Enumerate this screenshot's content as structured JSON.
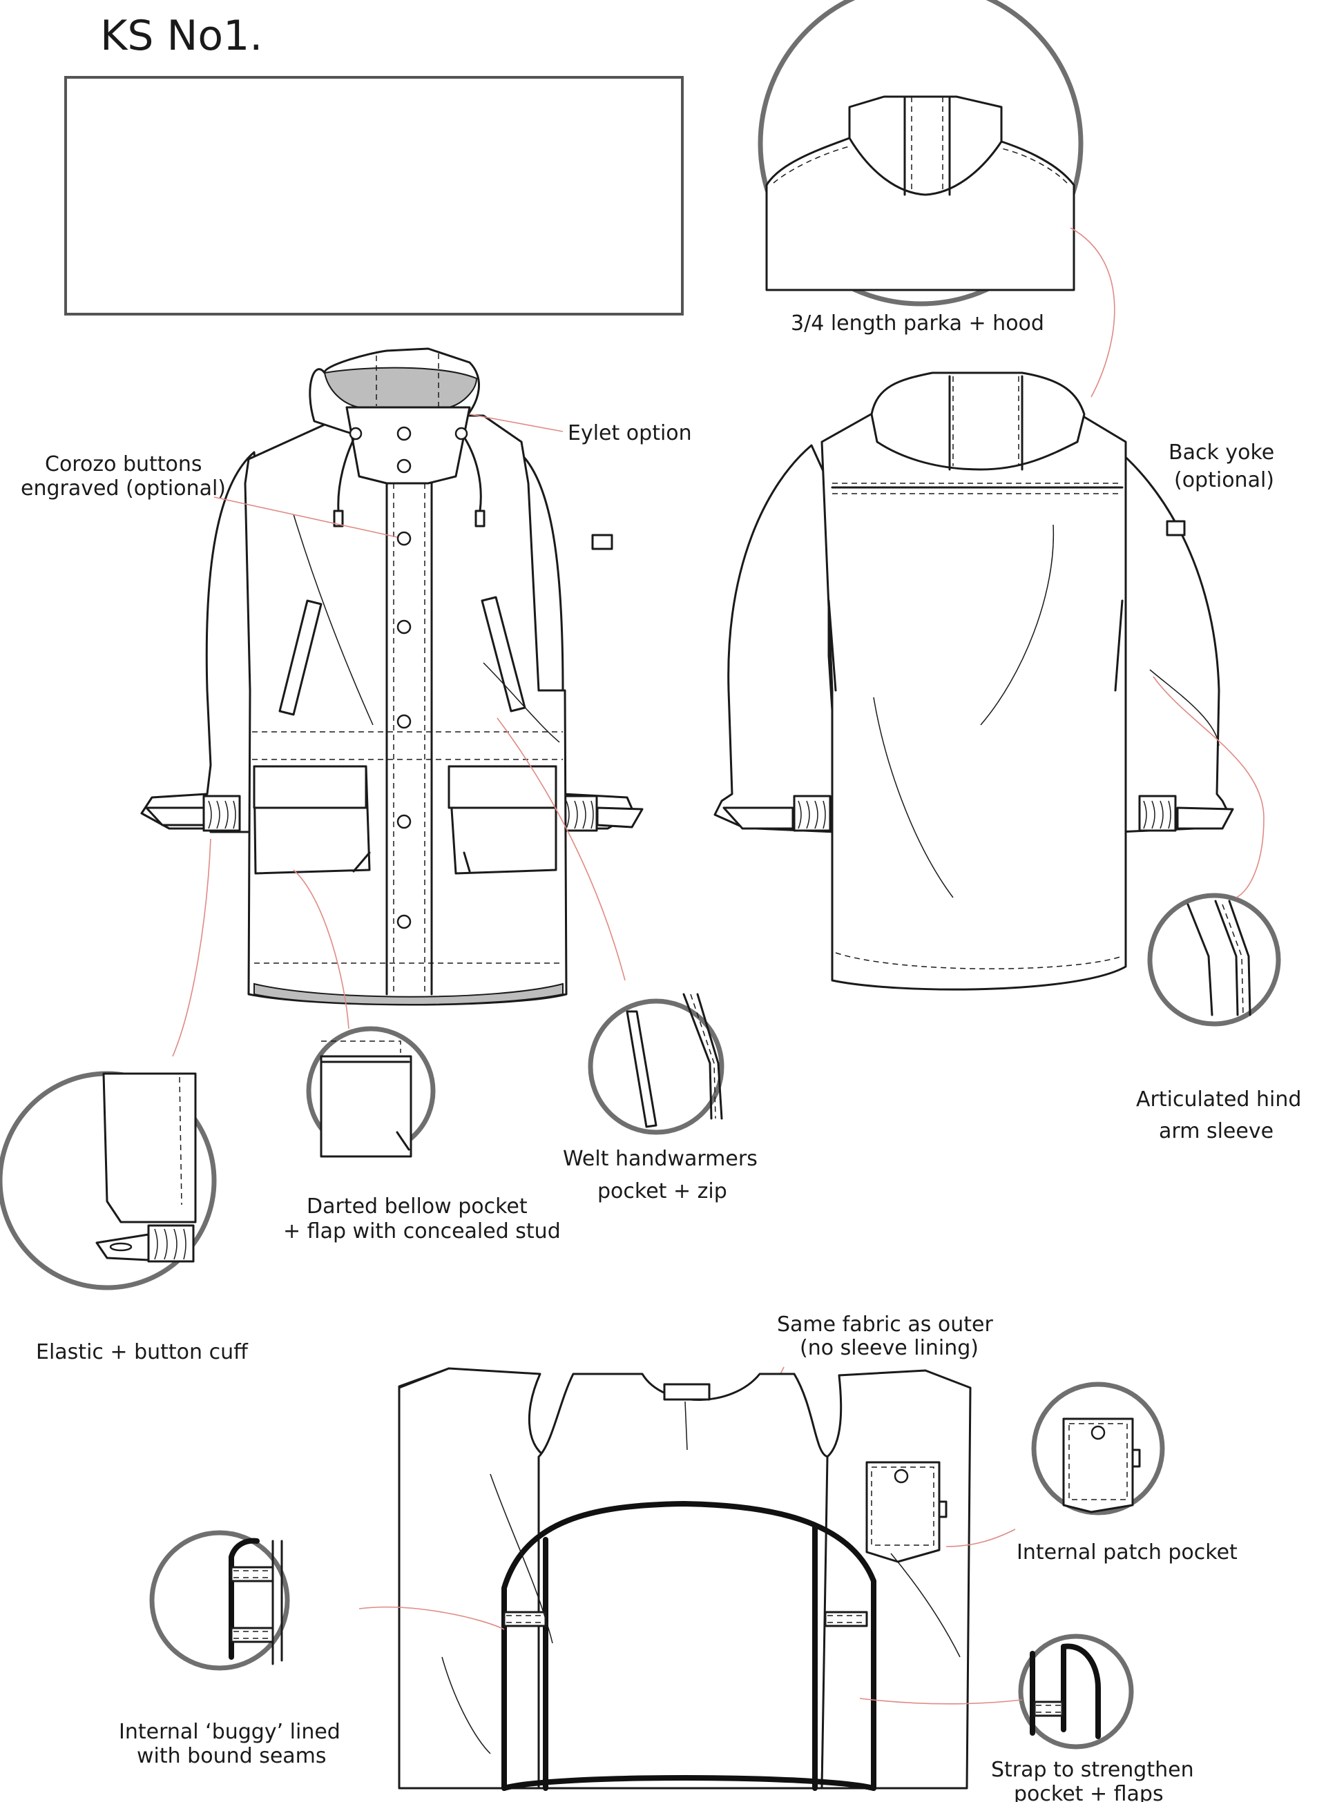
{
  "title": "KS No1.",
  "labels": {
    "parka_hood": "3/4 length parka + hood",
    "eylet": "Eylet option",
    "corozo_1": "Corozo buttons",
    "corozo_2": "engraved (optional)",
    "back_yoke_1": "Back yoke",
    "back_yoke_2": "(optional)",
    "articulated_1": "Articulated hind",
    "articulated_2": "arm sleeve",
    "welt_1": "Welt handwarmers",
    "welt_2": "pocket + zip",
    "darted_1": "Darted bellow pocket",
    "darted_2": "+ flap with concealed stud",
    "elastic_cuff": "Elastic + button cuff",
    "same_fabric_1": "Same fabric as outer",
    "same_fabric_2": "(no sleeve lining)",
    "patch_pocket": "Internal patch pocket",
    "buggy_1": "Internal ‘buggy’ lined",
    "buggy_2": "with bound seams",
    "strap_1": "Strap to strengthen",
    "strap_2": "pocket + flaps"
  },
  "colors": {
    "outline": "#1a1a1a",
    "leader": "#e08a84",
    "callout_ring": "#6f6f6f",
    "lining": "#bdbdbd"
  }
}
